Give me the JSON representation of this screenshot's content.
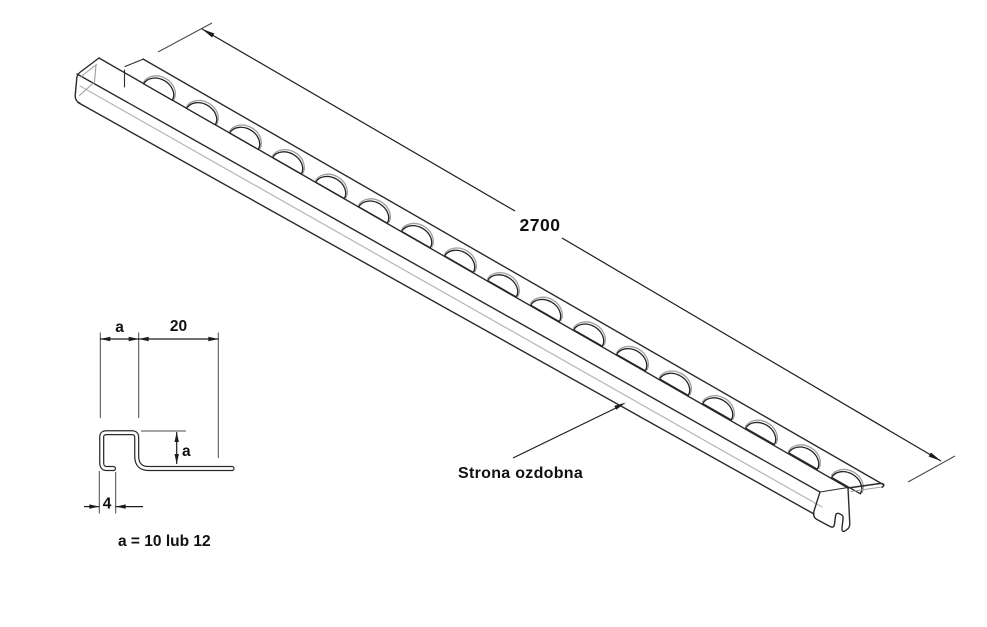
{
  "drawing": {
    "kind": "technical-diagram",
    "labels": {
      "length_dimension": "2700",
      "decorative_side": "Strona ozdobna",
      "dim_a_top": "a",
      "dim_20": "20",
      "dim_a_vertical": "a",
      "dim_4": "4",
      "note": "a = 10 lub 12"
    },
    "isometric": {
      "hole_count": 17
    },
    "colors": {
      "background": "#ffffff",
      "main_line": "#2b2b2b",
      "secondary_line": "#9e9e9e",
      "text": "#111111"
    }
  }
}
